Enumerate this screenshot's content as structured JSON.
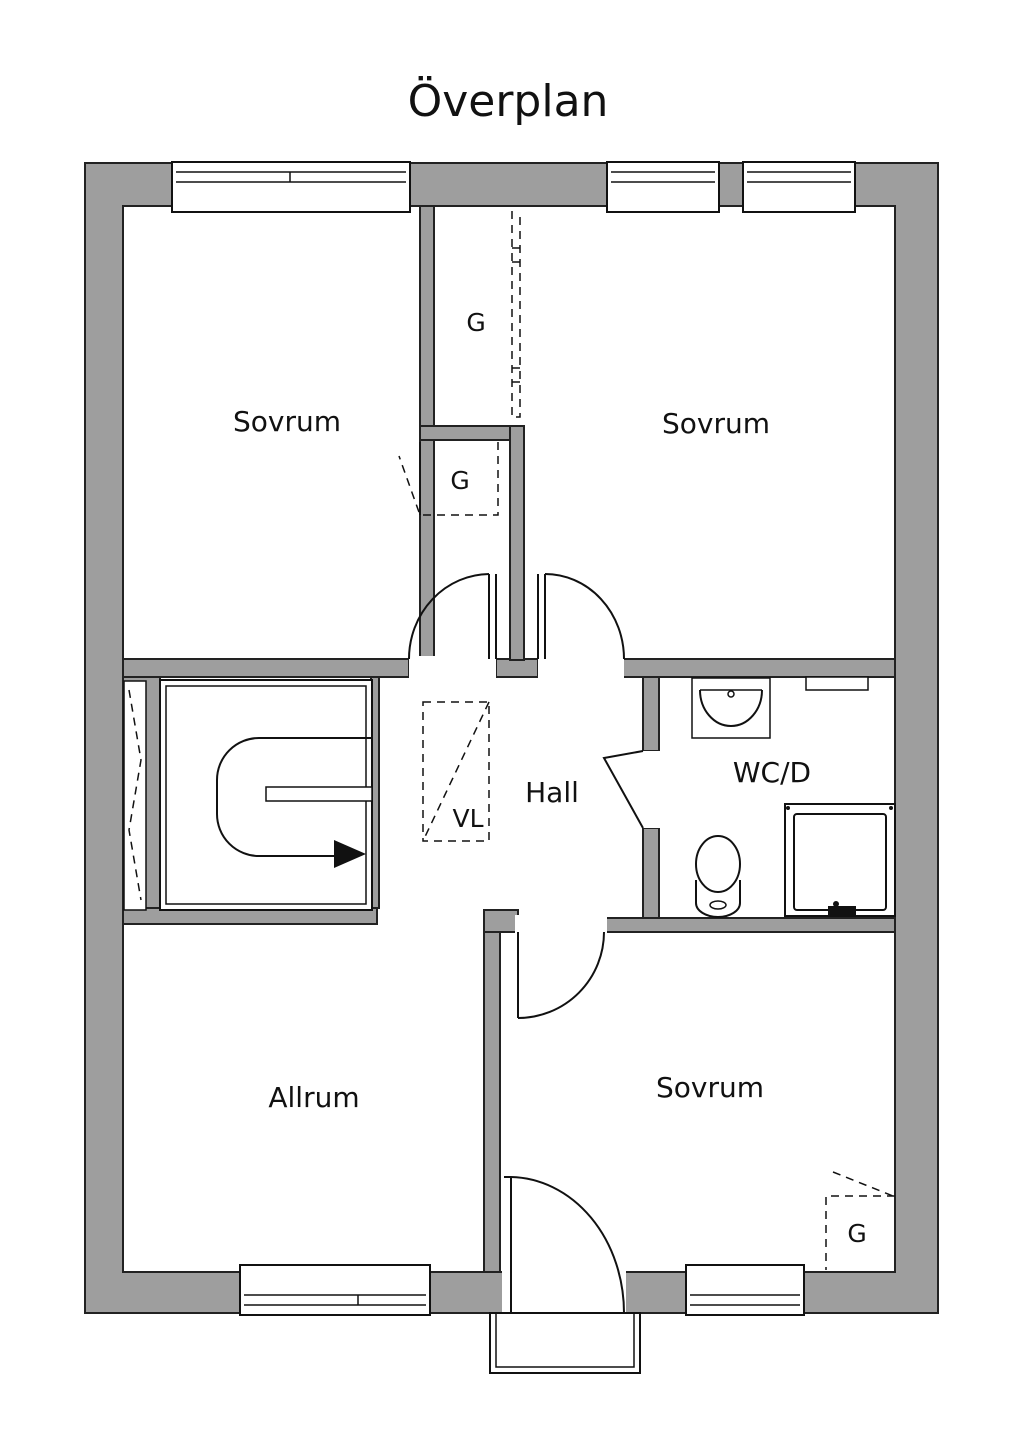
{
  "title": "Överplan",
  "rooms": {
    "bedroom_top_left": "Sovrum",
    "bedroom_top_right": "Sovrum",
    "bedroom_bottom_right": "Sovrum",
    "hall": "Hall",
    "wc": "WC/D",
    "family_room": "Allrum"
  },
  "closets": {
    "closet_top_middle": "G",
    "closet_top_left": "G",
    "closet_bottom_right": "G"
  },
  "vl_label": "VL",
  "colors": {
    "wall": "#9e9e9e",
    "floor": "#ffffff",
    "line": "#111111"
  }
}
